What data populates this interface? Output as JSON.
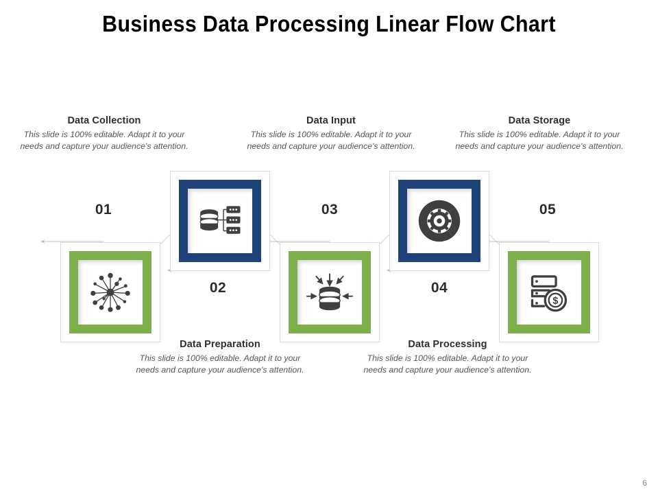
{
  "slide": {
    "title": "Business Data Processing Linear Flow Chart",
    "page_number": "6",
    "background_color": "#FFFFFF"
  },
  "palette": {
    "green": "#7DB04A",
    "navy": "#1F4379",
    "icon_gray": "#3F3F3F",
    "connector_gray": "#BFBFBF",
    "title_color": "#000000",
    "body_color": "#555555"
  },
  "body_text": "This slide is 100% editable. Adapt it to your needs and capture your audience's attention.",
  "steps": [
    {
      "number": "01",
      "title": "Data Collection",
      "body": "This slide is 100% editable. Adapt it to your needs and capture your audience's attention.",
      "icon": "network-hub-icon",
      "frame_color": "#7DB04A",
      "row": "bottom",
      "arrow_direction": "up"
    },
    {
      "number": "02",
      "title": "Data Preparation",
      "body": "This slide is 100% editable. Adapt it to your needs and capture your audience's attention.",
      "icon": "database-servers-icon",
      "frame_color": "#1F4379",
      "row": "top",
      "arrow_direction": "down"
    },
    {
      "number": "03",
      "title": "Data Input",
      "body": "This slide is 100% editable. Adapt it to your needs and capture your audience's attention.",
      "icon": "database-inbound-arrows-icon",
      "frame_color": "#7DB04A",
      "row": "bottom",
      "arrow_direction": "up"
    },
    {
      "number": "04",
      "title": "Data Processing",
      "body": "This slide is 100% editable. Adapt it to your needs and capture your audience's attention.",
      "icon": "gear-cog-icon",
      "frame_color": "#1F4379",
      "row": "top",
      "arrow_direction": "down"
    },
    {
      "number": "05",
      "title": "Data Storage",
      "body": "This slide is 100% editable. Adapt it to your needs and capture your audience's attention.",
      "icon": "server-money-icon",
      "frame_color": "#7DB04A",
      "row": "bottom",
      "arrow_direction": "up"
    }
  ]
}
